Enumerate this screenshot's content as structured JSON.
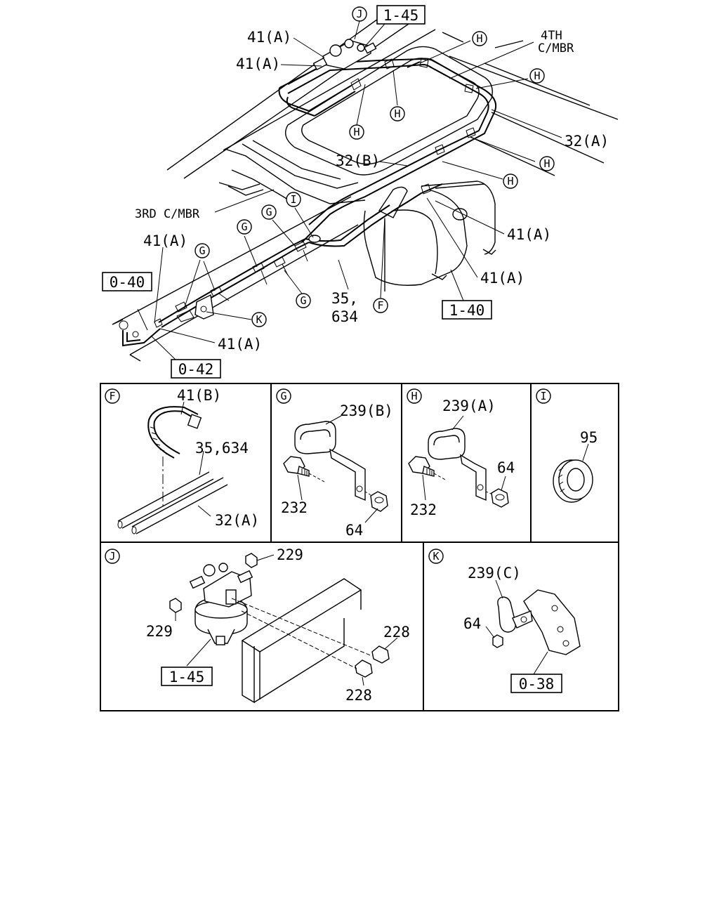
{
  "main": {
    "labels": {
      "l41a_top1": "41(A)",
      "l41a_top2": "41(A)",
      "l4th": "4TH",
      "lcmbr": "C/MBR",
      "l32a": "32(A)",
      "l32b": "32(B)",
      "l3rd": "3RD C/MBR",
      "l41a_left": "41(A)",
      "l41a_r1": "41(A)",
      "l41a_r2": "41(A)",
      "l35": "35,",
      "l634": "634",
      "l41a_bot": "41(A)"
    },
    "refs": {
      "r145": "1-45",
      "r040": "0-40",
      "r042": "0-42",
      "r140": "1-40"
    },
    "callouts": {
      "J": "J",
      "H": "H",
      "G": "G",
      "I": "I",
      "K": "K",
      "F": "F"
    }
  },
  "panels": {
    "F": {
      "letter": "F",
      "labels": {
        "part41b": "41(B)",
        "part35": "35,634",
        "part32a": "32(A)"
      }
    },
    "G": {
      "letter": "G",
      "labels": {
        "part239b": "239(B)",
        "part232": "232",
        "part64": "64"
      }
    },
    "H": {
      "letter": "H",
      "labels": {
        "part239a": "239(A)",
        "part64": "64",
        "part232": "232"
      }
    },
    "I": {
      "letter": "I",
      "labels": {
        "part95": "95"
      }
    },
    "J": {
      "letter": "J",
      "labels": {
        "part229a": "229",
        "part229b": "229",
        "part228a": "228",
        "part228b": "228"
      },
      "ref": "1-45"
    },
    "K": {
      "letter": "K",
      "labels": {
        "part239c": "239(C)",
        "part64": "64"
      },
      "ref": "0-38"
    }
  }
}
